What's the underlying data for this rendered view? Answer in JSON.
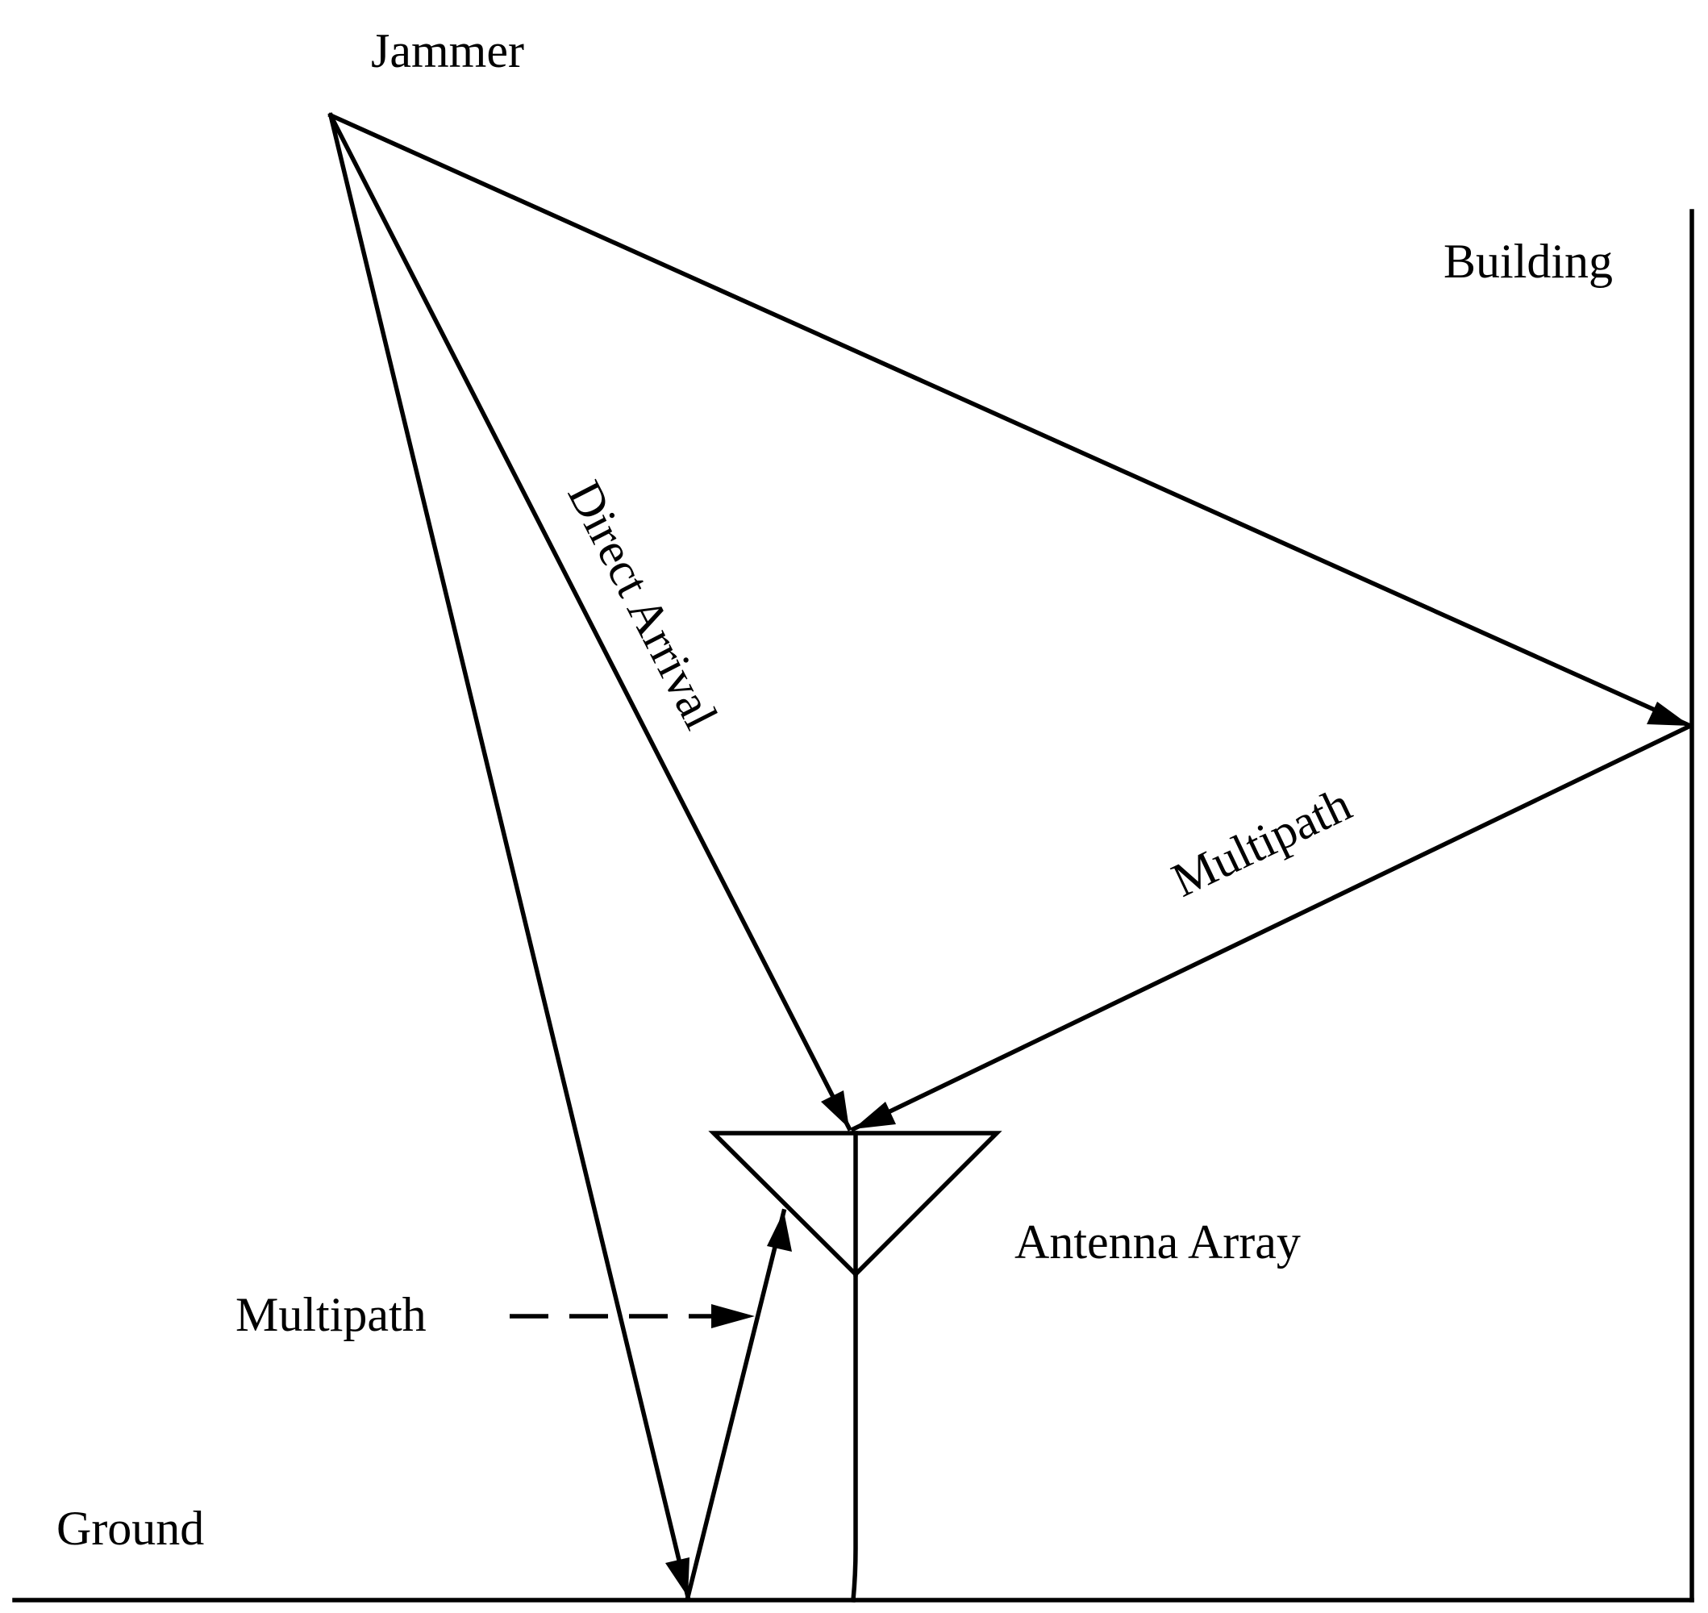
{
  "labels": {
    "jammer": "Jammer",
    "building": "Building",
    "direct_arrival": "Direct Arrival",
    "multipath_building": "Multipath",
    "antenna_array": "Antenna Array",
    "multipath_ground": "Multipath",
    "ground": "Ground"
  }
}
